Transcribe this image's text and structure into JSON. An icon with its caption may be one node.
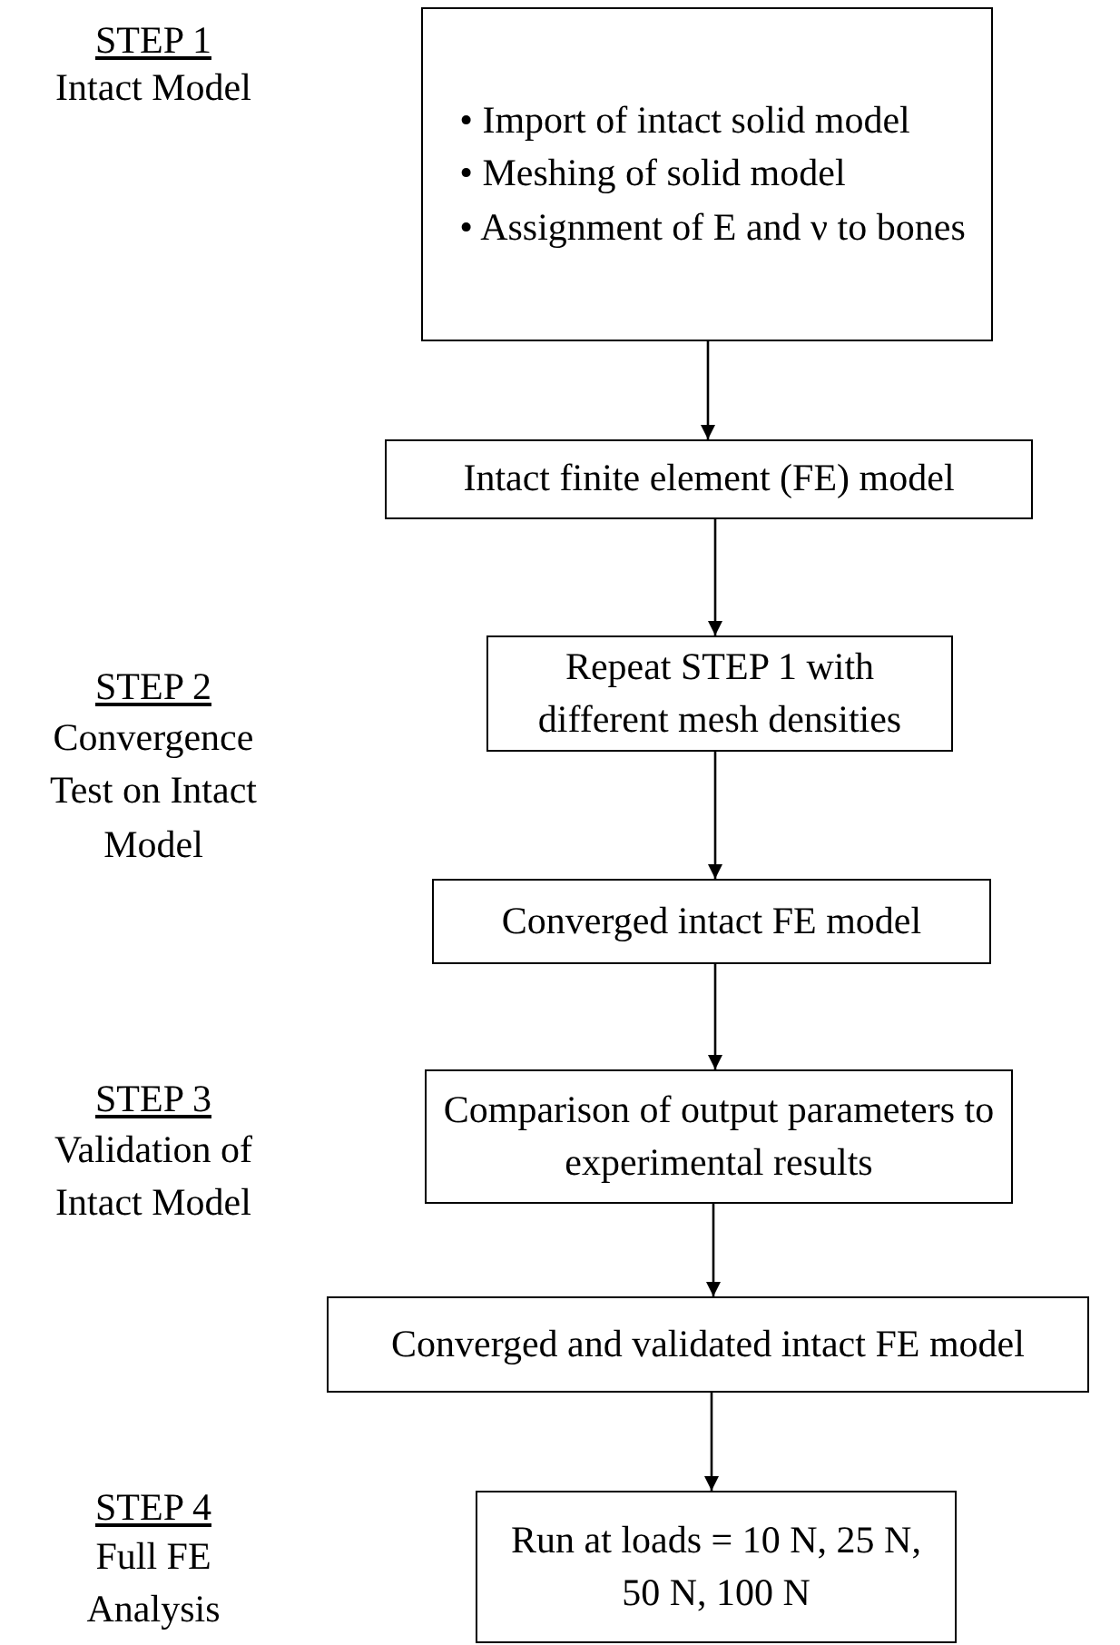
{
  "diagram": {
    "nodes": [
      {
        "text": [
          "• Import of intact solid model",
          "• Meshing of solid model",
          "• Assignment of E and ν to bones"
        ]
      },
      {
        "text": [
          "Intact finite element (FE) model"
        ]
      },
      {
        "text": [
          "Repeat STEP 1 with different mesh densities"
        ]
      },
      {
        "text": [
          "Converged intact FE model"
        ]
      },
      {
        "text": [
          "Comparison of output parameters to experimental results"
        ]
      },
      {
        "text": [
          "Converged and validated intact FE model"
        ]
      },
      {
        "text": [
          "Run at loads = 10 N, 25 N, 50 N, 100 N"
        ]
      }
    ],
    "edges": [
      {
        "from": 0,
        "to": 1,
        "arrow": "to"
      },
      {
        "from": 1,
        "to": 2,
        "arrow": "to"
      },
      {
        "from": 2,
        "to": 3,
        "arrow": "to"
      },
      {
        "from": 3,
        "to": 4,
        "arrow": "to"
      },
      {
        "from": 4,
        "to": 5,
        "arrow": "to"
      },
      {
        "from": 5,
        "to": 6,
        "arrow": "to"
      }
    ],
    "labels": [
      "STEP 1",
      "Intact Model",
      "STEP 2",
      "Convergence Test on Intact Model",
      "STEP 3",
      "Validation of Intact Model",
      "STEP 4",
      "Full FE Analysis"
    ]
  }
}
